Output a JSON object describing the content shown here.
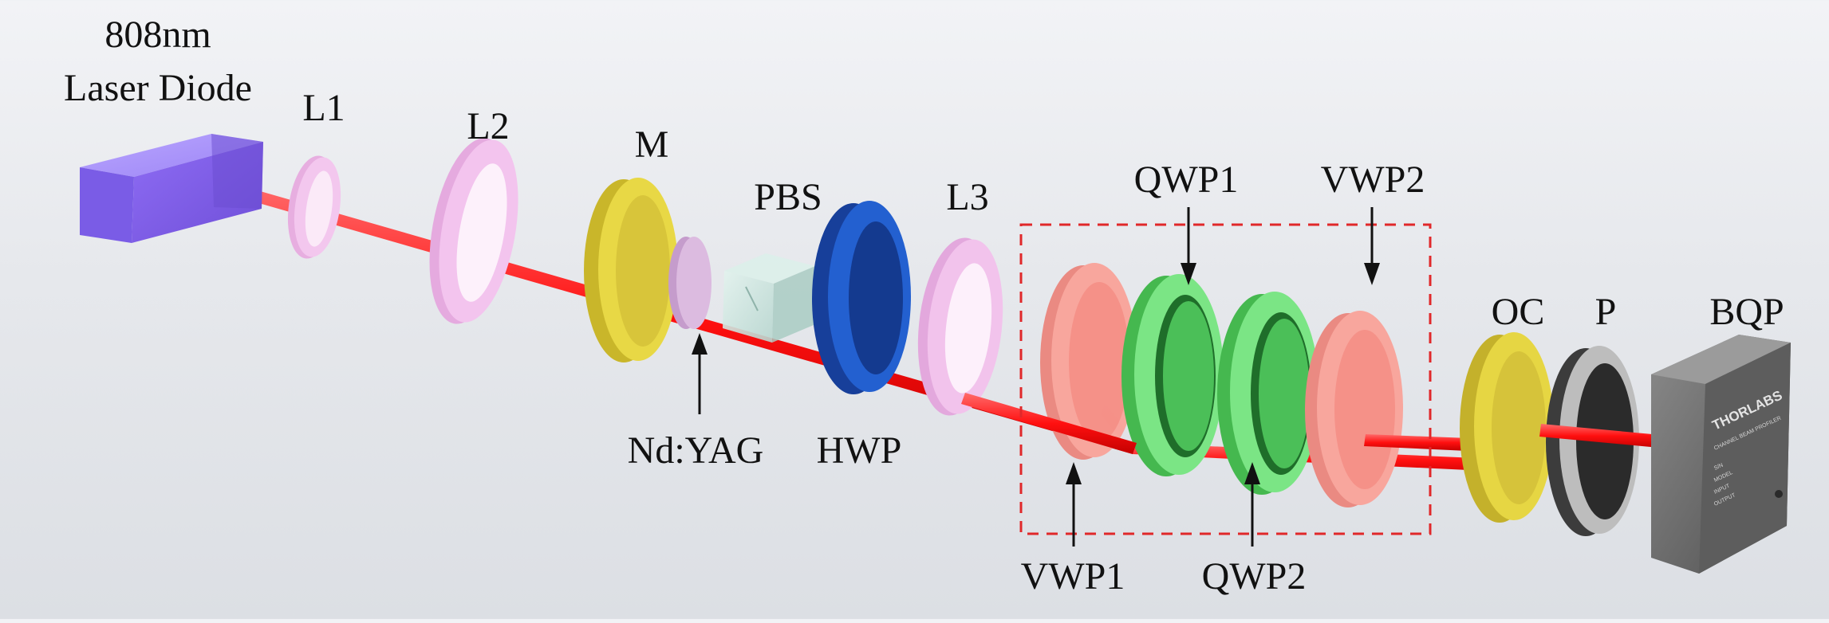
{
  "labels": {
    "laser_diode_line1": "808nm",
    "laser_diode_line2": "Laser Diode",
    "l1": "L1",
    "l2": "L2",
    "m": "M",
    "pbs": "PBS",
    "l3": "L3",
    "qwp1": "QWP1",
    "vwp2": "VWP2",
    "oc": "OC",
    "p": "P",
    "bqp": "BQP",
    "nd_yag": "Nd:YAG",
    "hwp": "HWP",
    "vwp1": "VWP1",
    "qwp2": "QWP2"
  },
  "device_text": {
    "brand": "THORLABS",
    "line1": "CHANNEL BEAM PROFILER",
    "line2": "S/N",
    "line3": "MODEL",
    "line4": "INPUT",
    "line5": "OUTPUT"
  },
  "colors": {
    "laser_beam": "#ff1a1a",
    "laser_diode": "#8f6df0",
    "lens": "#f1bfe9",
    "mirror_oc": "#e5d53a",
    "hwp": "#1f56c4",
    "vwp": "#f79a92",
    "qwp": "#6fe07a",
    "polarizer": "#4a4a4a",
    "profiler": "#6c6c6c",
    "dashed_box": "#e0282a"
  }
}
